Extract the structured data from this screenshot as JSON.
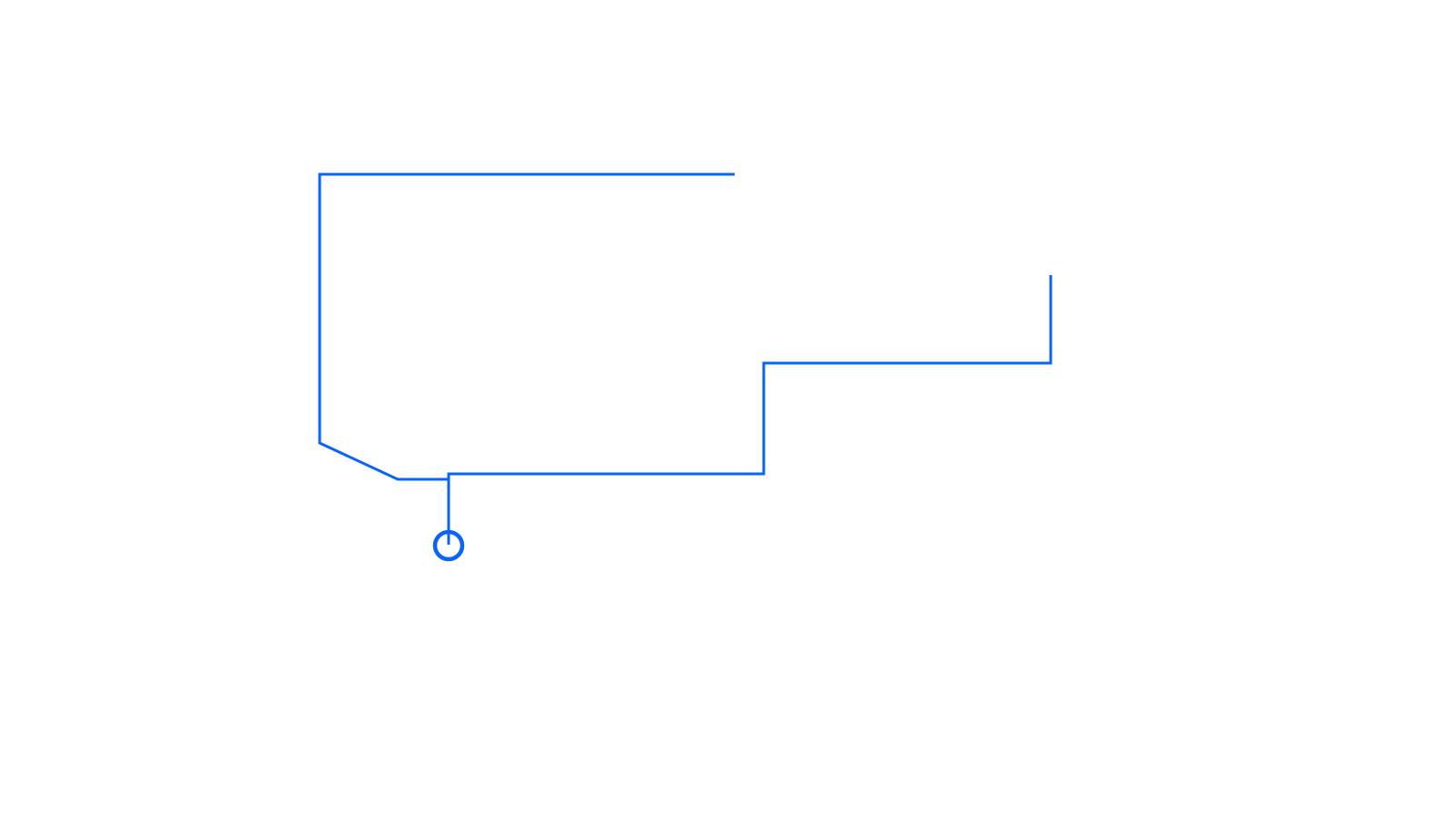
{
  "diagram": {
    "stroke_color": "#0a64f5",
    "background_color": "#ffffff",
    "elements": [
      "wire-path-left",
      "wire-path-right",
      "terminal-node"
    ]
  }
}
